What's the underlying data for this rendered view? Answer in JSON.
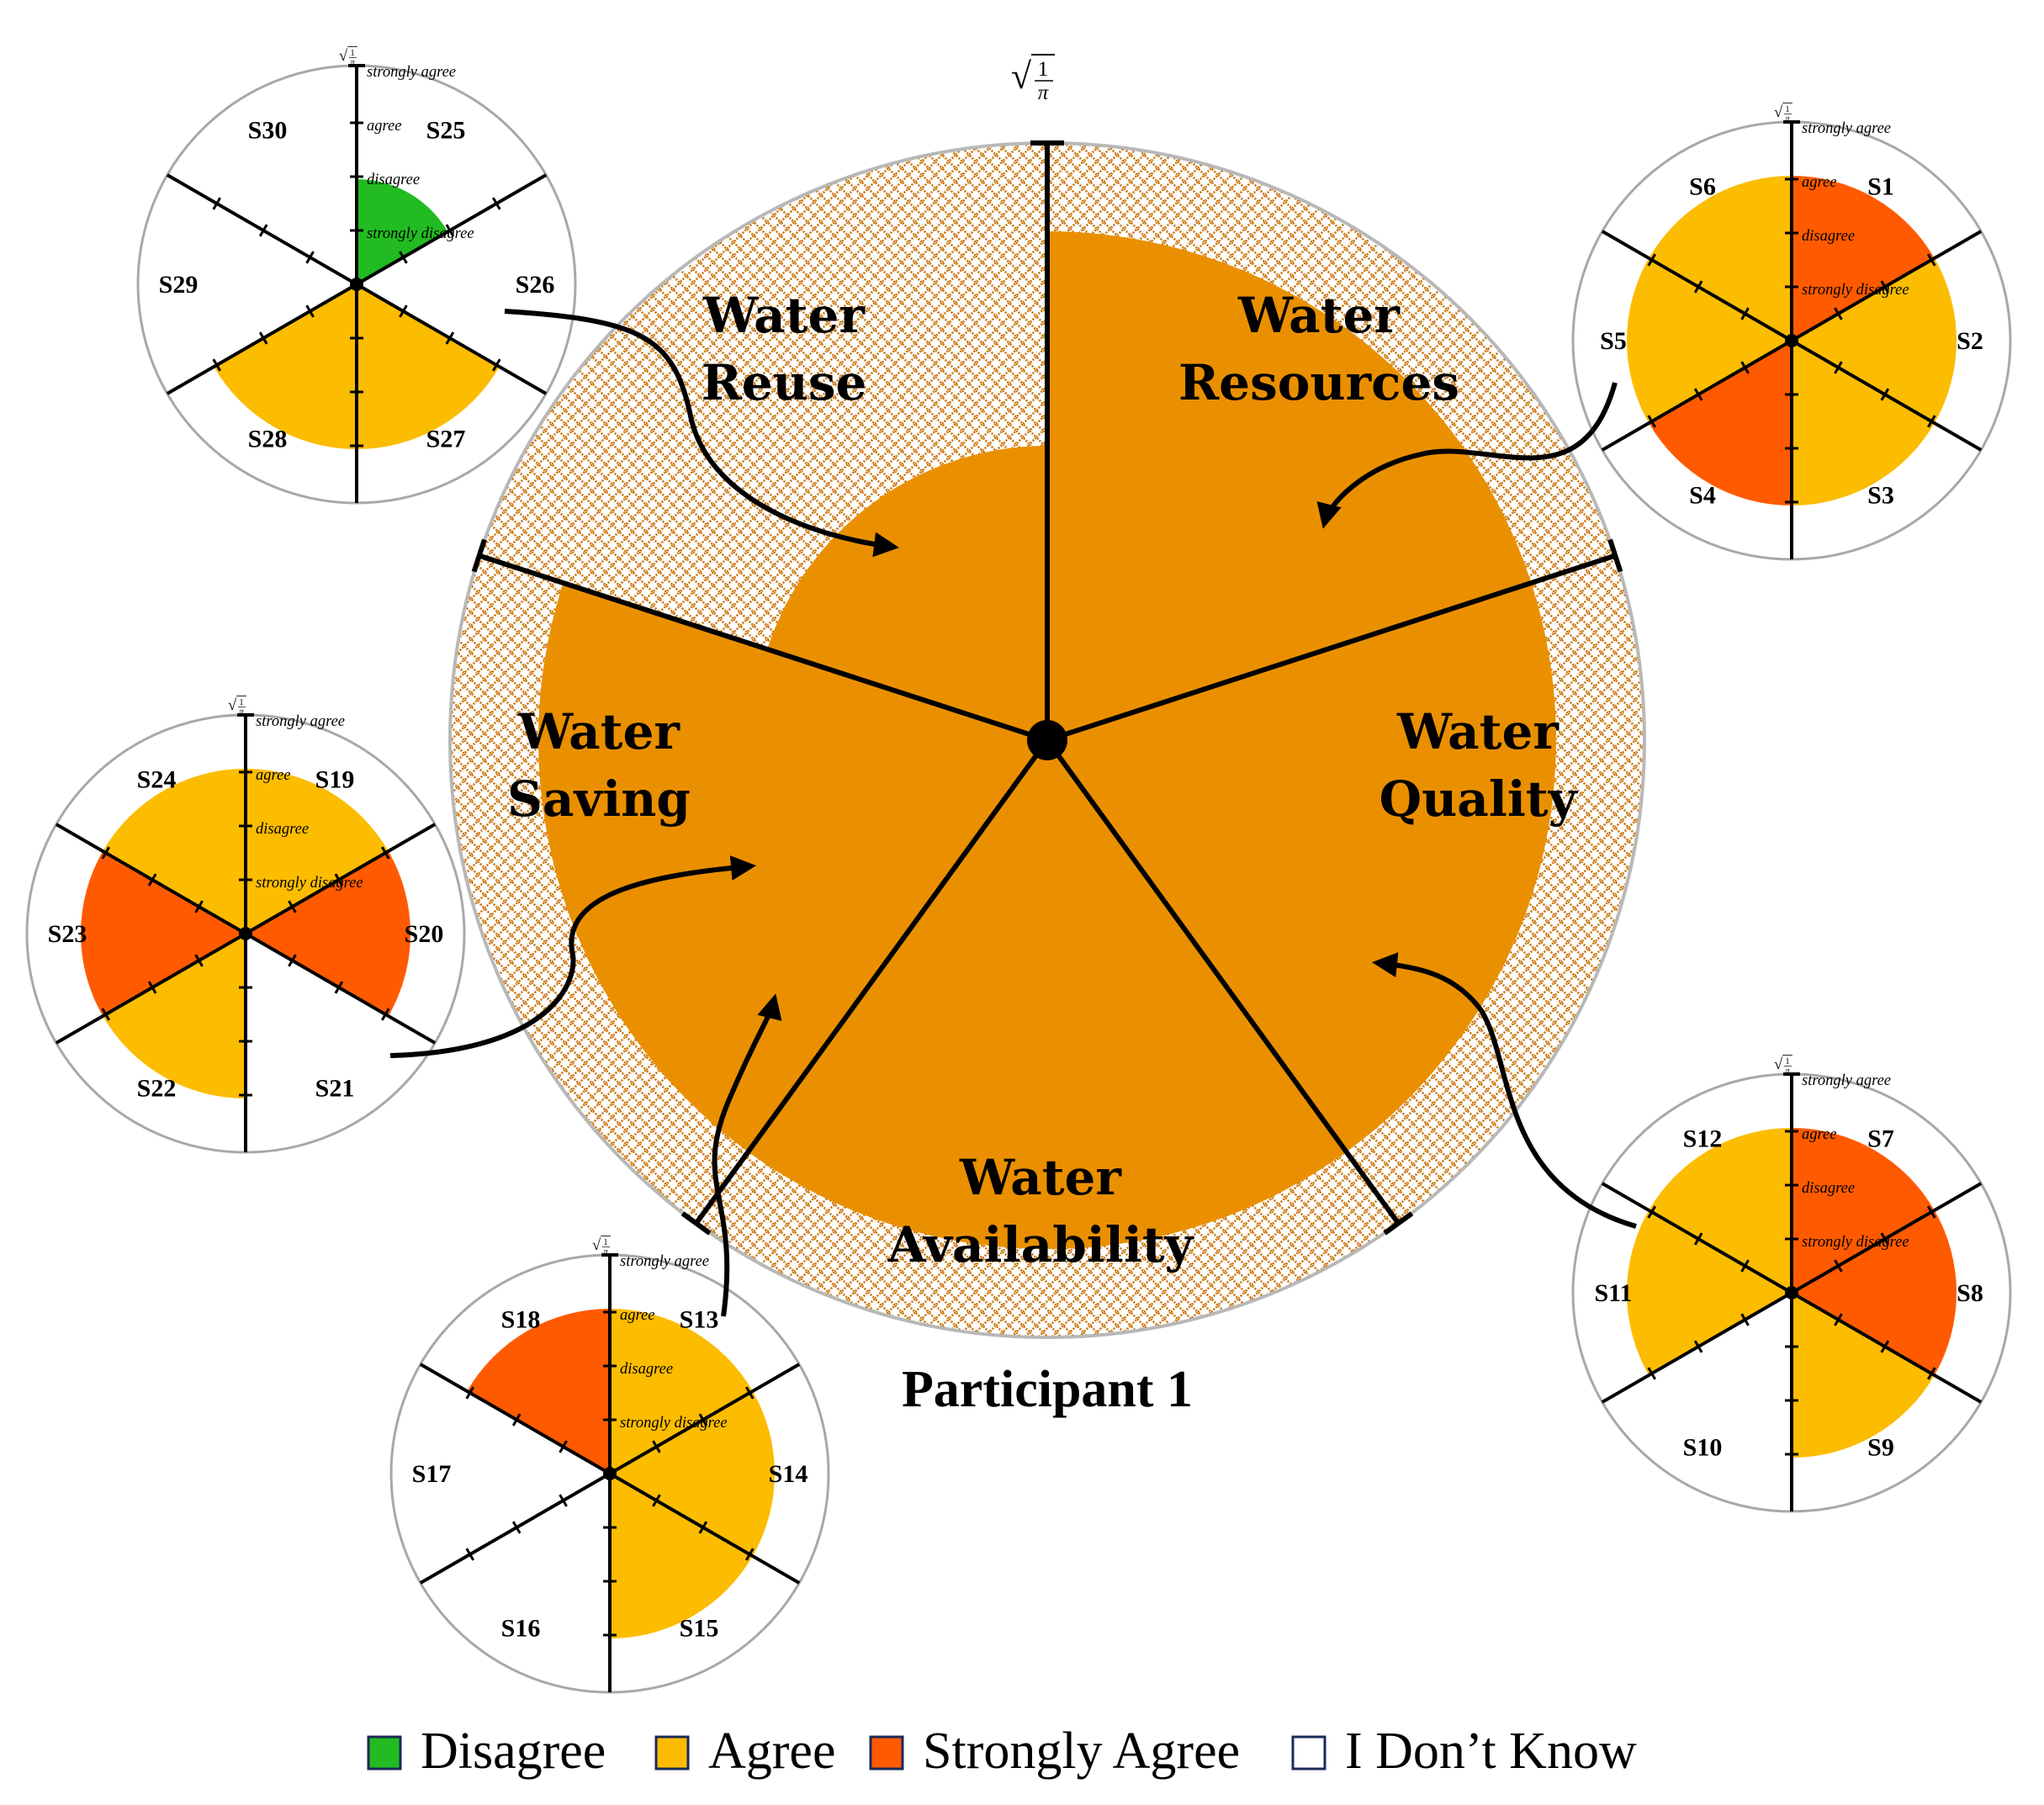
{
  "title": "Participant 1",
  "scale_label": {
    "radical": "√",
    "numerator": "1",
    "denominator": "π"
  },
  "colors": {
    "disagree": "#22bb22",
    "agree": "#fcbc00",
    "strongly_agree": "#ff5a00",
    "dont_know": "#ffffff",
    "category_fill": "#ea9000",
    "hatch": "#cc7a14"
  },
  "levels": [
    "strongly disagree",
    "disagree",
    "agree",
    "strongly agree"
  ],
  "main": {
    "categories": [
      {
        "name": "Water Resources",
        "lines": [
          "Water",
          "Resources"
        ],
        "level": "agree"
      },
      {
        "name": "Water Quality",
        "lines": [
          "Water",
          "Quality"
        ],
        "level": "agree"
      },
      {
        "name": "Water Availability",
        "lines": [
          "Water",
          "Availability"
        ],
        "level": "agree"
      },
      {
        "name": "Water Saving",
        "lines": [
          "Water",
          "Saving"
        ],
        "level": "agree"
      },
      {
        "name": "Water Reuse",
        "lines": [
          "Water",
          "Reuse"
        ],
        "level": "disagree"
      }
    ]
  },
  "sub_charts": [
    {
      "category": "Water Resources",
      "statements": [
        {
          "label": "S1",
          "response": "strongly_agree"
        },
        {
          "label": "S2",
          "response": "agree"
        },
        {
          "label": "S3",
          "response": "agree"
        },
        {
          "label": "S4",
          "response": "strongly_agree"
        },
        {
          "label": "S5",
          "response": "agree"
        },
        {
          "label": "S6",
          "response": "agree"
        }
      ]
    },
    {
      "category": "Water Quality",
      "statements": [
        {
          "label": "S7",
          "response": "strongly_agree"
        },
        {
          "label": "S8",
          "response": "strongly_agree"
        },
        {
          "label": "S9",
          "response": "agree"
        },
        {
          "label": "S10",
          "response": "dont_know"
        },
        {
          "label": "S11",
          "response": "agree"
        },
        {
          "label": "S12",
          "response": "agree"
        }
      ]
    },
    {
      "category": "Water Availability",
      "statements": [
        {
          "label": "S13",
          "response": "agree"
        },
        {
          "label": "S14",
          "response": "agree"
        },
        {
          "label": "S15",
          "response": "agree"
        },
        {
          "label": "S16",
          "response": "dont_know"
        },
        {
          "label": "S17",
          "response": "dont_know"
        },
        {
          "label": "S18",
          "response": "strongly_agree"
        }
      ]
    },
    {
      "category": "Water Saving",
      "statements": [
        {
          "label": "S19",
          "response": "agree"
        },
        {
          "label": "S20",
          "response": "strongly_agree"
        },
        {
          "label": "S21",
          "response": "dont_know"
        },
        {
          "label": "S22",
          "response": "agree"
        },
        {
          "label": "S23",
          "response": "strongly_agree"
        },
        {
          "label": "S24",
          "response": "agree"
        }
      ]
    },
    {
      "category": "Water Reuse",
      "statements": [
        {
          "label": "S25",
          "response": "disagree"
        },
        {
          "label": "S26",
          "response": "dont_know"
        },
        {
          "label": "S27",
          "response": "agree"
        },
        {
          "label": "S28",
          "response": "agree"
        },
        {
          "label": "S29",
          "response": "dont_know"
        },
        {
          "label": "S30",
          "response": "dont_know"
        }
      ]
    }
  ],
  "legend": [
    {
      "label": "Disagree",
      "key": "disagree"
    },
    {
      "label": "Agree",
      "key": "agree"
    },
    {
      "label": "Strongly Agree",
      "key": "strongly_agree"
    },
    {
      "label": "I Don’t Know",
      "key": "dont_know"
    }
  ]
}
